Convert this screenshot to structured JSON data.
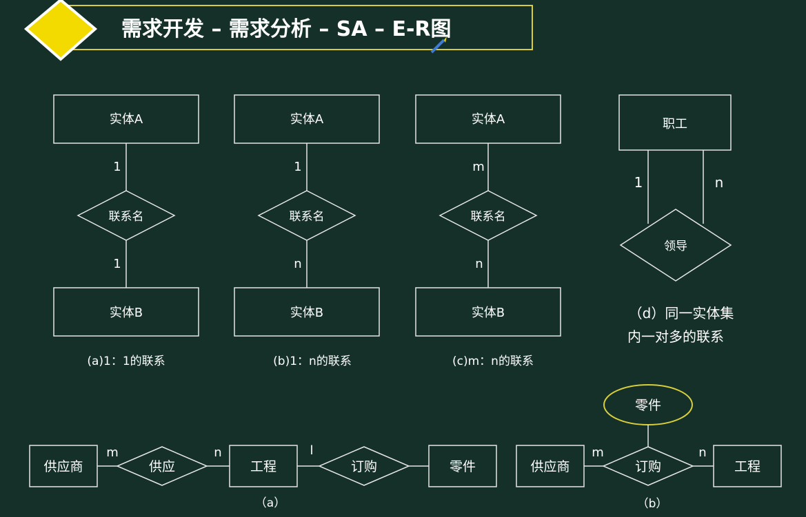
{
  "header": {
    "title": "需求开发 – 需求分析 – SA – E-R图"
  },
  "colors": {
    "background": "#143028",
    "stroke": "#e6e6e6",
    "title_border": "#d9cf3a",
    "diamond_badge": "#f3db00",
    "text": "#ffffff",
    "pen": "#3e7bd9"
  },
  "diagram_a": {
    "entity_top": "实体A",
    "relation": "联系名",
    "entity_bottom": "实体B",
    "card_top": "1",
    "card_bottom": "1",
    "caption": "(a)1：1的联系"
  },
  "diagram_b": {
    "entity_top": "实体A",
    "relation": "联系名",
    "entity_bottom": "实体B",
    "card_top": "1",
    "card_bottom": "n",
    "caption": "(b)1：n的联系"
  },
  "diagram_c": {
    "entity_top": "实体A",
    "relation": "联系名",
    "entity_bottom": "实体B",
    "card_top": "m",
    "card_bottom": "n",
    "caption": "(c)m：n的联系"
  },
  "diagram_d": {
    "entity": "职工",
    "relation": "领导",
    "card_left": "1",
    "card_right": "n",
    "caption_line1": "（d）同一实体集",
    "caption_line2": "内一对多的联系"
  },
  "bottom_a": {
    "supplier": "供应商",
    "supply": "供应",
    "project": "工程",
    "order": "订购",
    "part": "零件",
    "card_m": "m",
    "card_n": "n",
    "card_l": "l",
    "caption": "（a）"
  },
  "bottom_b": {
    "part": "零件",
    "supplier": "供应商",
    "order": "订购",
    "project": "工程",
    "card_m": "m",
    "card_n": "n",
    "caption": "（b）"
  }
}
